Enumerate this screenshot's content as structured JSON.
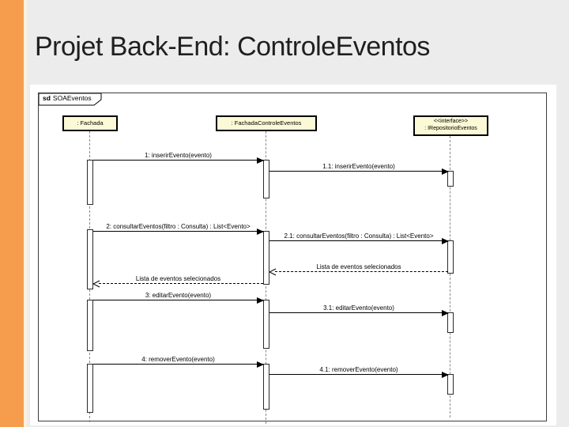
{
  "slide": {
    "title": "Projet Back-End: ControleEventos",
    "accent_color": "#F59C4D"
  },
  "diagram": {
    "frame": {
      "keyword": "sd",
      "name": "SOAEventos"
    },
    "lifelines": [
      {
        "label": ": Fachada"
      },
      {
        "label": ": FachadaControleEventos"
      },
      {
        "stereotype": "<<interface>>",
        "label": ": IRepositorioEventos"
      }
    ],
    "messages": [
      {
        "label": "1: inserirEvento(evento)",
        "type": "sync",
        "from": "Fachada",
        "to": "FachadaControleEventos"
      },
      {
        "label": "1.1: inserirEvento(evento)",
        "type": "sync",
        "from": "FachadaControleEventos",
        "to": "IRepositorioEventos"
      },
      {
        "label": "2: consultarEventos(filtro : Consulta) : List<Evento>",
        "type": "sync",
        "from": "Fachada",
        "to": "FachadaControleEventos"
      },
      {
        "label": "2.1: consultarEventos(filtro : Consulta) : List<Evento>",
        "type": "sync",
        "from": "FachadaControleEventos",
        "to": "IRepositorioEventos"
      },
      {
        "label": "Lista de eventos selecionados",
        "type": "return",
        "from": "IRepositorioEventos",
        "to": "FachadaControleEventos"
      },
      {
        "label": "Lista de eventos selecionados",
        "type": "return",
        "from": "FachadaControleEventos",
        "to": "Fachada"
      },
      {
        "label": "3: editarEvento(evento)",
        "type": "sync",
        "from": "Fachada",
        "to": "FachadaControleEventos"
      },
      {
        "label": "3.1: editarEvento(evento)",
        "type": "sync",
        "from": "FachadaControleEventos",
        "to": "IRepositorioEventos"
      },
      {
        "label": "4: removerEvento(evento)",
        "type": "sync",
        "from": "Fachada",
        "to": "FachadaControleEventos"
      },
      {
        "label": "4.1: removerEvento(evento)",
        "type": "sync",
        "from": "FachadaControleEventos",
        "to": "IRepositorioEventos"
      }
    ]
  }
}
